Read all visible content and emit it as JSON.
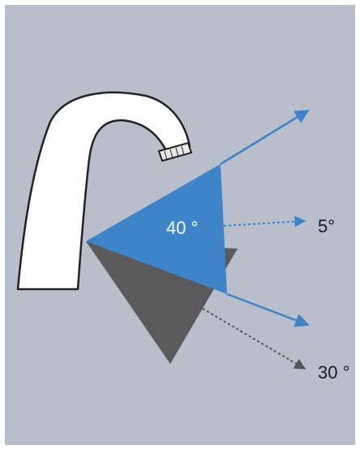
{
  "diagram": {
    "colors": {
      "background": "#b8bfcb",
      "frame": "#ffffff",
      "faucet_fill": "#ffffff",
      "faucet_outline": "#222222",
      "blue_cone": "#3d84c8",
      "gray_cone": "#5a5a5a",
      "blue_arrow": "#3d84c8",
      "gray_arrow": "#555555"
    },
    "icons": {
      "faucet": "faucet-icon"
    },
    "labels": {
      "blue_angle": "40 °",
      "blue_offset": "5°",
      "gray_angle": "30 °"
    }
  }
}
